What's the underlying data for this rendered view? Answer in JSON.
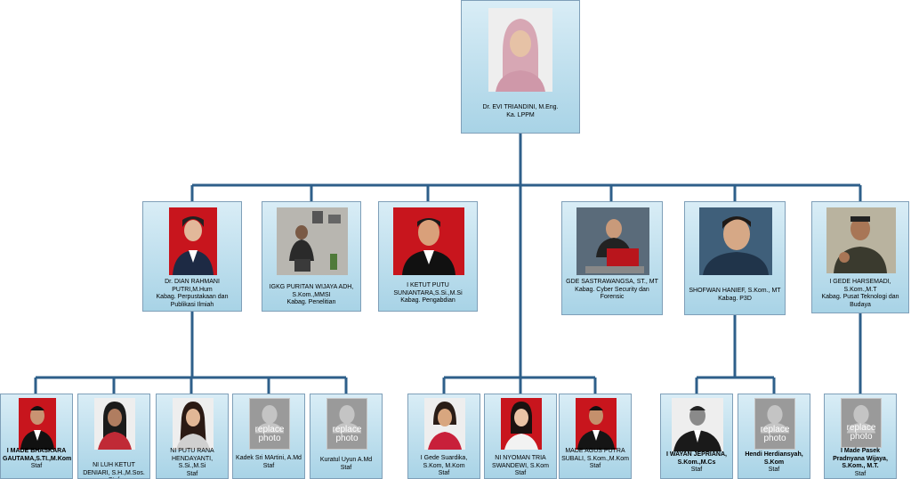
{
  "head": {
    "name": "Dr. EVI TRIANDINI, M.Eng.",
    "role": "Ka. LPPM"
  },
  "managers": [
    {
      "name": "Dr. DIAN RAHMANI PUTRI,M.Hum",
      "role": "Kabag. Perpustakaan dan Publikasi Ilmiah"
    },
    {
      "name": "IGKG PURITAN WIJAYA ADH, S.Kom.,MMSI",
      "role": "Kabag. Penelitian"
    },
    {
      "name": "I KETUT PUTU SUNIANTARA,S.Si.,M.Si",
      "role": "Kabag. Pengabdian"
    },
    {
      "name": "GDE SASTRAWANGSA, ST., MT",
      "role": "Kabag. Cyber Security dan Forensic"
    },
    {
      "name": "SHOFWAN HANIEF, S.Kom., MT",
      "role": "Kabag. P3D"
    },
    {
      "name": "I GEDE HARSEMADI, S.Kom.,M.T",
      "role": "Kabag. Pusat Teknologi dan Budaya"
    }
  ],
  "staff": [
    {
      "name": "I MADE BHASKARA GAUTAMA,S.TI.,M.Kom",
      "role": "Staf"
    },
    {
      "name": "NI LUH KETUT DENIARI, S.H.,M.Sos.",
      "role": "Staf"
    },
    {
      "name": "NI PUTU RANA HENDAYANTI, S.Si.,M.Si",
      "role": "Staf"
    },
    {
      "name": "Kadek Sri MArtini, A.Md",
      "role": "Staf"
    },
    {
      "name": "Kuratul Uyun A.Md",
      "role": "Staf"
    },
    {
      "name": "I Gede Suardika, S.Kom, M.Kom",
      "role": "Staf"
    },
    {
      "name": "NI NYOMAN TRIA SWANDEWI, S.Kom",
      "role": "Staf"
    },
    {
      "name": "MADE AGUS PUTRA SUBALI, S.Kom.,M.Kom",
      "role": "Staf"
    },
    {
      "name": "I WAYAN JEPRIANA, S.Kom.,M.Cs",
      "role": "Staf"
    },
    {
      "name": "Hendi Herdiansyah, S.Kom",
      "role": "Staf"
    },
    {
      "name": "I Made Pasek Pradnyana Wijaya, S.Kom., M.T.",
      "role": "Staf"
    }
  ],
  "placeholder_text": "replace photo",
  "colors": {
    "connector": "#2e5f8a",
    "box_top": "#d9edf6",
    "box_bottom": "#a8d3e6",
    "box_border": "#7f9fb8"
  }
}
